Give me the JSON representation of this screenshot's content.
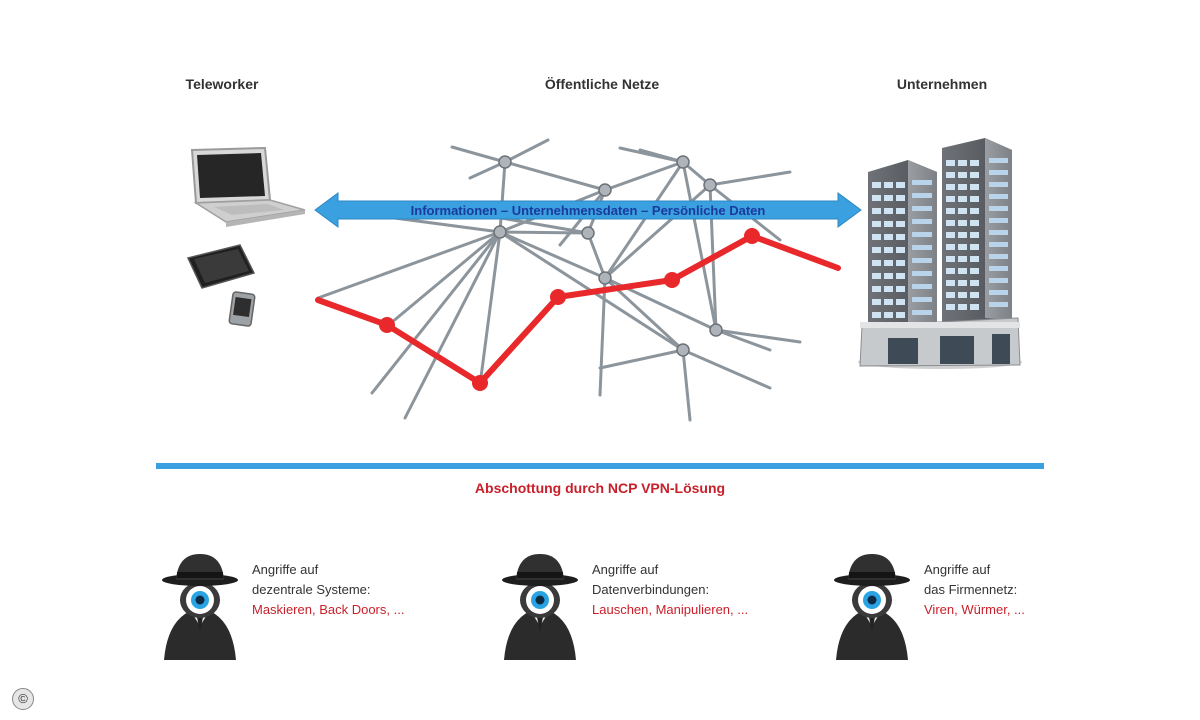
{
  "columns": {
    "left": "Teleworker",
    "middle": "Öffentliche Netze",
    "right": "Unternehmen"
  },
  "arrow_label": "Informationen – Unternehmensdaten – Persönliche Daten",
  "shield_label": "Abschottung durch NCP VPN-Lösung",
  "attacks": [
    {
      "line1": "Angriffe auf",
      "line2": "dezentrale Systeme:",
      "examples": "Maskieren, Back Doors, ..."
    },
    {
      "line1": "Angriffe auf",
      "line2": "Datenverbindungen:",
      "examples": "Lauschen, Manipulieren, ..."
    },
    {
      "line1": "Angriffe auf",
      "line2": "das Firmennetz:",
      "examples": "Viren, Würmer, ..."
    }
  ],
  "copyright_symbol": "©",
  "icons": [
    "laptop-icon",
    "tablet-icon",
    "phone-icon",
    "office-building-icon",
    "spy-icon"
  ],
  "colors": {
    "arrow": "#3aa0e0",
    "secure_path": "#e8282a",
    "shield_line": "#3aa0e0",
    "attack_examples": "#c8202a"
  }
}
